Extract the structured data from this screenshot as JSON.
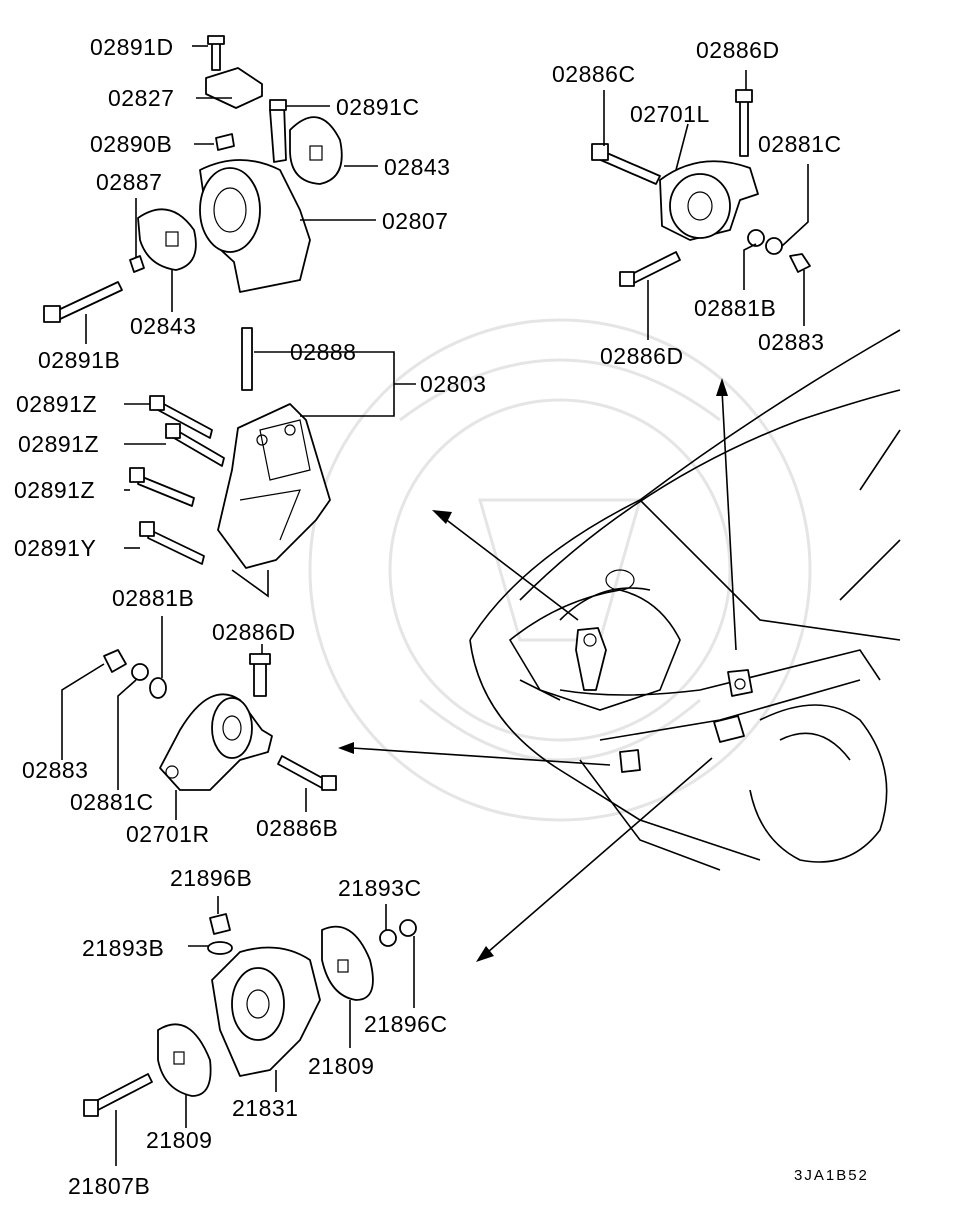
{
  "diagram": {
    "labels": {
      "p02891D": "02891D",
      "p02827": "02827",
      "p02891C": "02891C",
      "p02890B": "02890B",
      "p02843a": "02843",
      "p02887": "02887",
      "p02807": "02807",
      "p02843b": "02843",
      "p02891B": "02891B",
      "p02888": "02888",
      "p02803": "02803",
      "p02891Z1": "02891Z",
      "p02891Z2": "02891Z",
      "p02891Z3": "02891Z",
      "p02891Y": "02891Y",
      "p02881B_l": "02881B",
      "p02886D_l": "02886D",
      "p02883_l": "02883",
      "p02881C_l": "02881C",
      "p02701R": "02701R",
      "p02886B": "02886B",
      "p02886C": "02886C",
      "p02886D_r1": "02886D",
      "p02701L": "02701L",
      "p02881C_r": "02881C",
      "p02881B_r": "02881B",
      "p02883_r": "02883",
      "p02886D_r2": "02886D",
      "p21896B": "21896B",
      "p21893C": "21893C",
      "p21893B": "21893B",
      "p21896C": "21896C",
      "p21809a": "21809",
      "p21831": "21831",
      "p21809b": "21809",
      "p21807B": "21807B"
    },
    "figure_code": "3JA1B52"
  }
}
